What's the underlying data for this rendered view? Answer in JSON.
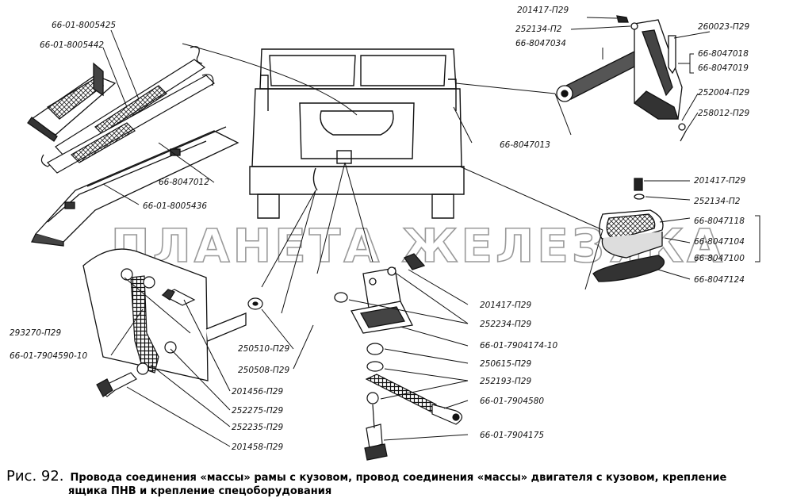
{
  "watermark": "ПЛАНЕТА ЖЕЛЕЗЯКА",
  "caption": {
    "figure": "Рис. 92.",
    "line1": "Провода соединения «массы» рамы с кузовом, провод соединения «массы» двигателя с кузовом, крепление",
    "line2": "ящика ПНВ и крепление спецоборудования"
  },
  "labels": {
    "l_66_01_8005425": "66-01-8005425",
    "l_66_01_8005442": "66-01-8005442",
    "l_66_8047012": "66-8047012",
    "l_66_01_8005436": "66-01-8005436",
    "l_201417_tl": "201417-П29",
    "l_252134_tl": "252134-П2",
    "l_66_8047034": "66-8047034",
    "l_260023": "260023-П29",
    "l_66_8047018": "66-8047018",
    "l_66_8047019": "66-8047019",
    "l_252004": "252004-П29",
    "l_258012": "258012-П29",
    "l_66_8047013": "66-8047013",
    "l_201417_r": "201417-П29",
    "l_252134_r": "252134-П2",
    "l_66_8047118": "66-8047118",
    "l_66_8047104": "66-8047104",
    "l_66_8047100": "66-8047100",
    "l_66_8047124": "66-8047124",
    "l_293270": "293270-П29",
    "l_66_01_7904590": "66-01-7904590-10",
    "l_250510": "250510-П29",
    "l_250508": "250508-П29",
    "l_201456": "201456-П29",
    "l_252275": "252275-П29",
    "l_252235": "252235-П29",
    "l_201458": "201458-П29",
    "l_201417_c": "201417-П29",
    "l_252234": "252234-П29",
    "l_66_01_7904174": "66-01-7904174-10",
    "l_250615": "250615-П29",
    "l_252193": "252193-П29",
    "l_66_01_7904580": "66-01-7904580",
    "l_66_01_7904175": "66-01-7904175"
  }
}
